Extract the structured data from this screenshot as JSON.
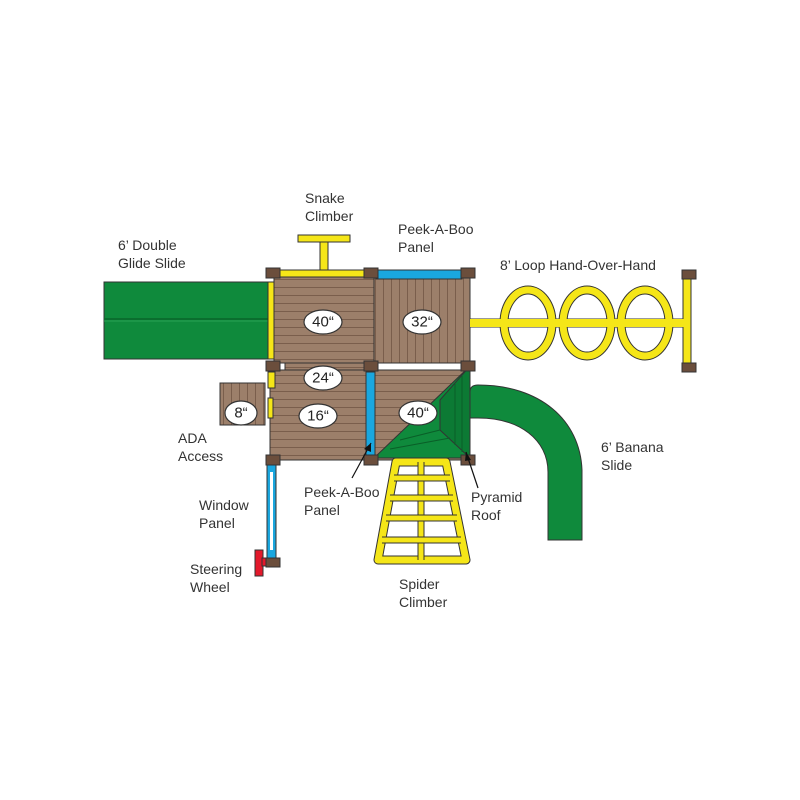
{
  "colors": {
    "deck": "#9c7f6a",
    "deck_dark": "#86695a",
    "green": "#0f8a3c",
    "green_dark": "#0a6e2e",
    "yellow": "#f5e618",
    "blue": "#1aa7df",
    "red": "#e3192b",
    "post": "#6b4e3c"
  },
  "labels": {
    "snake_climber": [
      "Snake",
      "Climber"
    ],
    "peek_a_boo_top": [
      "Peek-A-Boo",
      "Panel"
    ],
    "double_glide_slide": [
      "6’ Double",
      "Glide Slide"
    ],
    "loop_hand_over_hand": "8’ Loop Hand-Over-Hand",
    "ada_access": [
      "ADA",
      "Access"
    ],
    "banana_slide": [
      "6’ Banana",
      "Slide"
    ],
    "window_panel": [
      "Window",
      "Panel"
    ],
    "peek_a_boo_bottom": [
      "Peek-A-Boo",
      "Panel"
    ],
    "pyramid_roof": [
      "Pyramid",
      "Roof"
    ],
    "steering_wheel": [
      "Steering",
      "Wheel"
    ],
    "spider_climber": [
      "Spider",
      "Climber"
    ]
  },
  "heights": {
    "deck_left_top": "40“",
    "deck_right_top": "32“",
    "deck_mid": "24“",
    "deck_left_bottom": "16“",
    "deck_right_bottom": "40“",
    "ada_step": "8“"
  }
}
